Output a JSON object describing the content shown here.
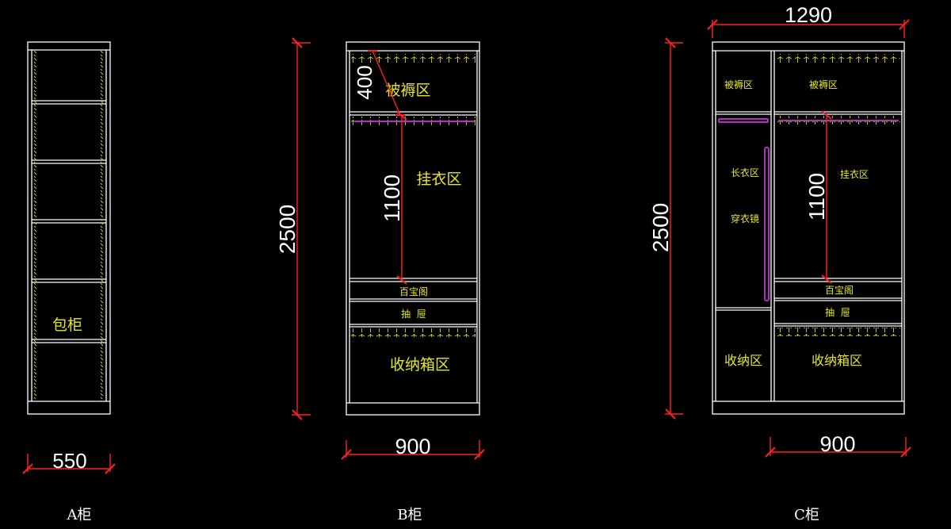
{
  "cabinets": {
    "a": {
      "caption": "A柜",
      "width": "550",
      "zones": {
        "box": "包柜"
      }
    },
    "b": {
      "caption": "B柜",
      "width": "900",
      "height": "2500",
      "top_height": "400",
      "hang_height": "1100",
      "zones": {
        "quilt": "被褥区",
        "hang": "挂衣区",
        "display": "百宝阁",
        "drawer": "抽  屉",
        "storage": "收纳箱区"
      }
    },
    "c": {
      "caption": "C柜",
      "total_width": "1290",
      "width": "900",
      "height": "2500",
      "hang_height": "1100",
      "zones": {
        "quilt_left": "被褥区",
        "quilt_right": "被褥区",
        "long": "长衣区",
        "mirror": "穿衣镜",
        "hang": "挂衣区",
        "display": "百宝阁",
        "drawer": "抽  屉",
        "storage_left": "收纳区",
        "storage_right": "收纳箱区"
      }
    }
  },
  "colors": {
    "background": "#000000",
    "outline": "#ffffff",
    "dimension": "#ff2020",
    "label": "#e6e628",
    "rod": "#b030c0"
  }
}
